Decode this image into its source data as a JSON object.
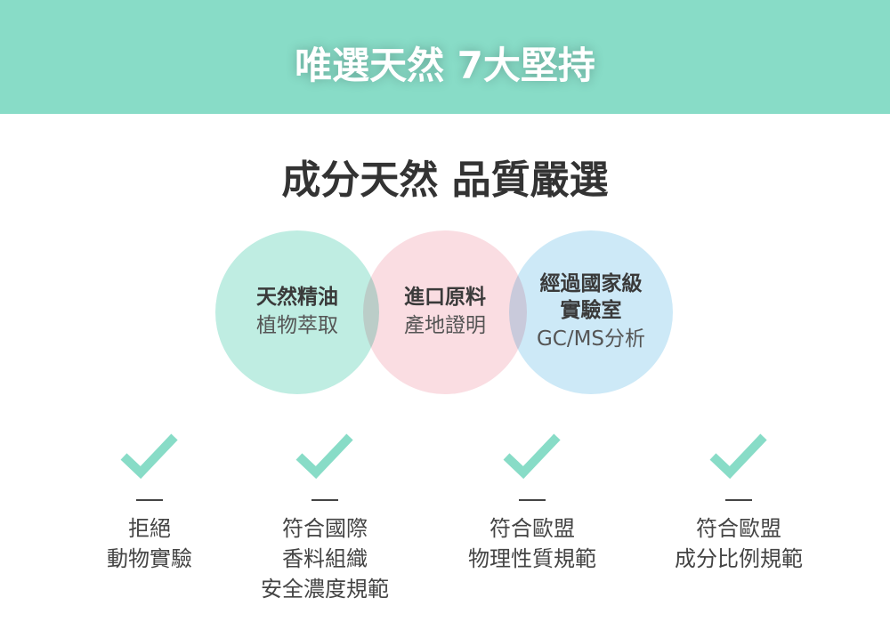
{
  "header": {
    "title": "唯選天然 7大堅持"
  },
  "subtitle": "成分天然  品質嚴選",
  "circles": [
    {
      "bold": [
        "天然精油"
      ],
      "normal": "植物萃取",
      "color": "#bfede2"
    },
    {
      "bold": [
        "進口原料"
      ],
      "normal": "產地證明",
      "color": "#fadde2"
    },
    {
      "bold": [
        "經過國家級",
        "實驗室"
      ],
      "normal": "GC/MS分析",
      "color": "#cde9f7"
    }
  ],
  "checks": [
    {
      "lines": [
        "拒絕",
        "動物實驗"
      ]
    },
    {
      "lines": [
        "符合國際",
        "香料組織",
        "安全濃度規範"
      ]
    },
    {
      "lines": [
        "符合歐盟",
        "物理性質規範"
      ]
    },
    {
      "lines": [
        "符合歐盟",
        "成分比例規範"
      ]
    }
  ],
  "colors": {
    "accent": "#88dcc7",
    "check": "#88dcc7"
  }
}
